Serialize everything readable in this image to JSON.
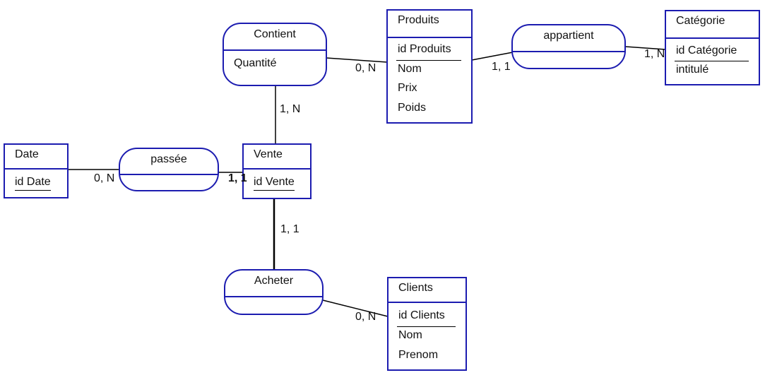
{
  "entities": {
    "produits": {
      "title": "Produits",
      "attributes": [
        "id Produits",
        "Nom",
        "Prix",
        "Poids"
      ]
    },
    "categorie": {
      "title": "Catégorie",
      "attributes": [
        "id Catégorie",
        "intitulé"
      ]
    },
    "date": {
      "title": "Date",
      "attributes": [
        "id Date"
      ]
    },
    "vente": {
      "title": "Vente",
      "attributes": [
        "id Vente"
      ]
    },
    "clients": {
      "title": "Clients",
      "attributes": [
        "id Clients",
        "Nom",
        "Prenom"
      ]
    }
  },
  "associations": {
    "contient": {
      "title": "Contient",
      "attributes": [
        "Quantité"
      ]
    },
    "appartient": {
      "title": "appartient",
      "attributes": []
    },
    "passee": {
      "title": "passée",
      "attributes": []
    },
    "acheter": {
      "title": "Acheter",
      "attributes": []
    }
  },
  "cardinalities": {
    "contient_produits": "0, N",
    "contient_vente": "1, N",
    "appartient_produits": "1, 1",
    "appartient_categorie": "1, N",
    "passee_date": "0, N",
    "passee_vente": "1, 1",
    "acheter_vente": "1, 1",
    "acheter_clients": "0, N"
  },
  "colors": {
    "border": "#1c1cb0",
    "line": "#000000",
    "text": "#111111",
    "background": "#ffffff"
  }
}
